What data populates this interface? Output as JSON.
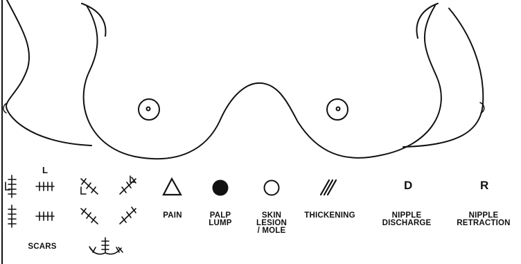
{
  "legend": {
    "scars": "SCARS",
    "pain": "PAIN",
    "palp_lump": [
      "PALP",
      "LUMP"
    ],
    "skin_lesion": [
      "SKIN",
      "LESION",
      "/ MOLE"
    ],
    "thickening": "THICKENING",
    "nipple_discharge": {
      "symbol": "D",
      "label": [
        "NIPPLE",
        "DISCHARGE"
      ]
    },
    "nipple_retraction": {
      "symbol": "R",
      "label": [
        "NIPPLE",
        "RETRACTION"
      ]
    },
    "scar_L_mark": "L"
  },
  "colors": {
    "ink": "#111111",
    "background": "#ffffff"
  }
}
